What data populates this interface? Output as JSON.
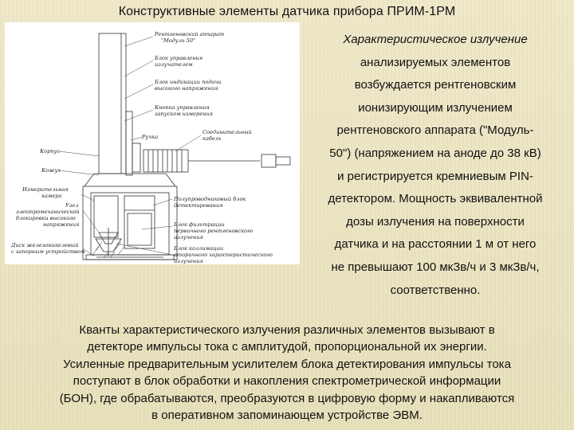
{
  "slide": {
    "title": "Конструктивные элементы датчика прибора ПРИМ-1РМ",
    "right_lines": [
      "Характеристическое излучение",
      "анализируемых элементов",
      "возбуждается рентгеновским",
      "ионизирующим излучением",
      "рентгеновского аппарата (\"Модуль-",
      "50\") (напряжением на аноде до 38 кВ)",
      "и регистрируется кремниевым PIN-",
      "детектором. Мощность эквивалентной",
      "дозы излучения на поверхности",
      "датчика и на расстоянии 1 м от него",
      "не превышают 100 мкЗв/ч и 3 мкЗв/ч,",
      "соответственно."
    ],
    "bottom_lines": [
      "Кванты характеристического излучения различных элементов вызывают в",
      "детекторе импульсы тока с амплитудой, пропорциональной их энергии.",
      "Усиленные предварительным усилителем блока детектирования импульсы тока",
      "поступают в блок обработки и накопления спектрометрической информации",
      "(БОН), где обрабатываются, преобразуются в цифровую форму и накапливаются",
      "в оперативном запоминающем устройстве ЭВМ."
    ]
  },
  "figure": {
    "labels": {
      "xray_l1": "Рентгеновский аппарат",
      "xray_l2": "\"Модуль 50\"",
      "ctrl_l1": "Блок управления",
      "ctrl_l2": "излучателем",
      "ind_l1": "Блок индикации подачи",
      "ind_l2": "высокого напряжения",
      "btn_l1": "Кнопка управления",
      "btn_l2": "запуском измерения",
      "handle": "Ручка",
      "cable_l1": "Соединительный",
      "cable_l2": "кабель",
      "body": "Корпус",
      "casing": "Кожух",
      "chamber_l1": "Измерительная",
      "chamber_l2": "камера",
      "lock_l1": "Узел",
      "lock_l2": "электромеханической",
      "lock_l3": "блокировки высокого",
      "lock_l4": "напряжения",
      "semi_l1": "Полупроводниковый блок",
      "semi_l2": "детектирования",
      "filter_l1": "Блок фильтрации",
      "filter_l2": "первичного рентгеновского",
      "filter_l3": "излучения",
      "disk_l1": "Диск железоникелевый",
      "disk_l2": "с запорным устройством",
      "coll_l1": "Блок коллимации",
      "coll_l2": "вторичного характеристического",
      "coll_l3": "излучения"
    }
  }
}
